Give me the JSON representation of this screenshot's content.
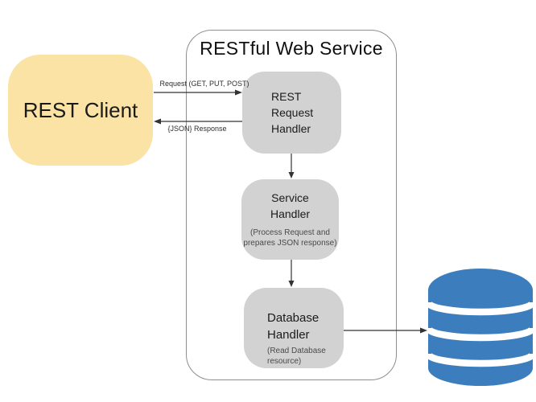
{
  "colors": {
    "client_fill": "#fbe3a6",
    "node_fill": "#d2d2d2",
    "database_blue": "#3c7ebd",
    "container_border": "#8e8e8e",
    "arrow": "#333333"
  },
  "diagram": {
    "title": "RESTful Web Service",
    "client": {
      "label": "REST Client"
    },
    "nodes": {
      "request_handler": {
        "lines": [
          "REST",
          "Request",
          "Handler"
        ]
      },
      "service_handler": {
        "lines": [
          "Service",
          "Handler"
        ],
        "caption_lines": [
          "(Process Request and",
          "prepares JSON response)"
        ]
      },
      "database_handler": {
        "lines": [
          "Database",
          "Handler"
        ],
        "caption_lines": [
          "(Read Database",
          "resource)"
        ]
      }
    },
    "edges": {
      "request": {
        "label": "Request (GET, PUT, POST)"
      },
      "response": {
        "label": "{JSON} Response"
      }
    },
    "database": {
      "icon": "database-cylinder-icon"
    }
  }
}
